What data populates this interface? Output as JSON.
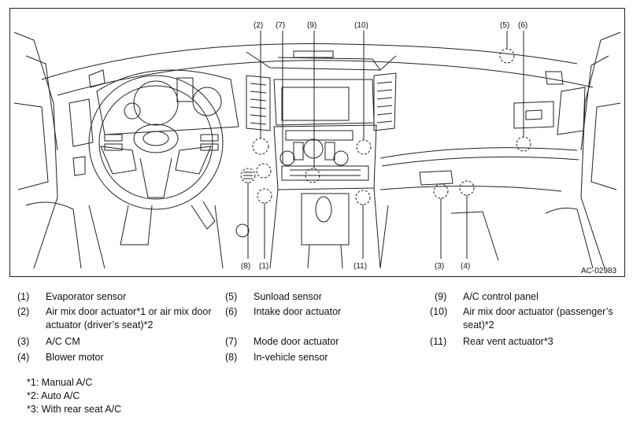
{
  "figure": {
    "code": "AC-02983",
    "callouts": {
      "c2": "(2)",
      "c7": "(7)",
      "c9": "(9)",
      "c10": "(10)",
      "c5": "(5)",
      "c6": "(6)",
      "c8": "(8)",
      "c1": "(1)",
      "c11": "(11)",
      "c3": "(3)",
      "c4": "(4)"
    }
  },
  "legend": {
    "items": [
      {
        "num": "(1)",
        "text": "Evaporator sensor"
      },
      {
        "num": "(2)",
        "text": "Air mix door actuator*1 or air mix door actuator (driver’s seat)*2"
      },
      {
        "num": "(3)",
        "text": "A/C CM"
      },
      {
        "num": "(4)",
        "text": "Blower motor"
      },
      {
        "num": "(5)",
        "text": "Sunload sensor"
      },
      {
        "num": "(6)",
        "text": "Intake door actuator"
      },
      {
        "num": "(7)",
        "text": "Mode door actuator"
      },
      {
        "num": "(8)",
        "text": "In-vehicle sensor"
      },
      {
        "num": "(9)",
        "text": "A/C control panel"
      },
      {
        "num": "(10)",
        "text": "Air mix door actuator (passenger’s seat)*2"
      },
      {
        "num": "(11)",
        "text": "Rear vent actuator*3"
      }
    ]
  },
  "footnotes": [
    "*1: Manual A/C",
    "*2: Auto A/C",
    "*3: With rear seat A/C"
  ]
}
